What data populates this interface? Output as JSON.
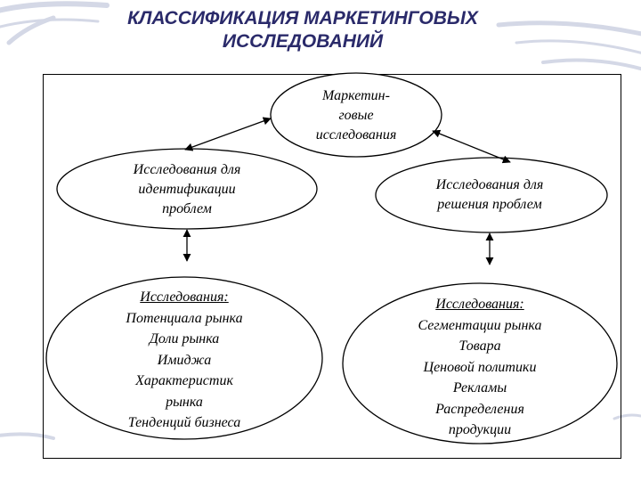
{
  "title": {
    "line1": "КЛАССИФИКАЦИЯ МАРКЕТИНГОВЫХ",
    "line2": "ИССЛЕДОВАНИЙ"
  },
  "root": {
    "line1": "Маркетин-",
    "line2": "говые",
    "line3": "исследования"
  },
  "left_top": {
    "line1": "Исследования для",
    "line2": "идентификации",
    "line3": "проблем"
  },
  "right_top": {
    "line1": "Исследования для",
    "line2": "решения проблем"
  },
  "left_bottom": {
    "heading": "Исследования:",
    "items": [
      "Потенциала рынка",
      "Доли рынка",
      "Имиджа",
      "Характеристик",
      "рынка",
      "Тенденций бизнеса"
    ]
  },
  "right_bottom": {
    "heading": "Исследования:",
    "items": [
      "Сегментации рынка",
      "Товара",
      "Ценовой политики",
      "Рекламы",
      "Распределения",
      "продукции"
    ]
  }
}
